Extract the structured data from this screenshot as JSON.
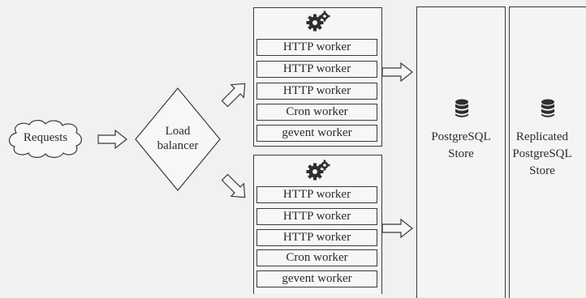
{
  "requests": {
    "label": "Requests"
  },
  "load_balancer": {
    "label": "Load\nbalancer"
  },
  "server_groups": [
    {
      "workers": [
        "HTTP worker",
        "HTTP worker",
        "HTTP worker",
        "Cron worker",
        "gevent worker"
      ]
    },
    {
      "workers": [
        "HTTP worker",
        "HTTP worker",
        "HTTP worker",
        "Cron worker",
        "gevent worker"
      ]
    }
  ],
  "stores": [
    {
      "label": "PostgreSQL\nStore"
    },
    {
      "label": "Replicated\nPostgreSQL\nStore"
    }
  ],
  "icons": {
    "gears": "gears-icon",
    "database": "database-icon",
    "cloud": "cloud-icon"
  },
  "colors": {
    "stroke": "#3a3a3a",
    "background": "#f1f1f0",
    "text": "#2b2b2b"
  }
}
